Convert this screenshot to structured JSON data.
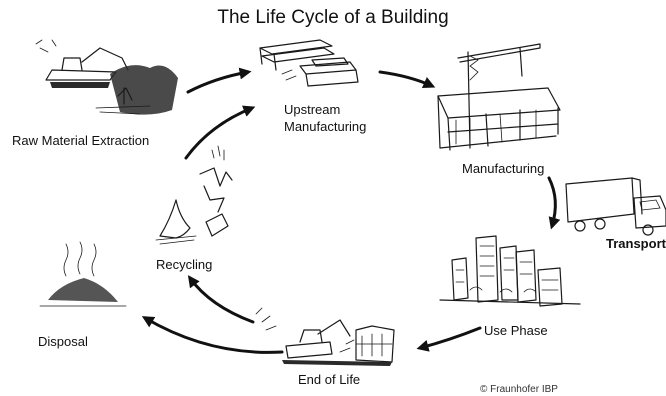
{
  "diagram": {
    "title": "The Life Cycle of a Building",
    "stages": {
      "raw_material": "Raw Material Extraction",
      "upstream_line1": "Upstream",
      "upstream_line2": "Manufacturing",
      "manufacturing": "Manufacturing",
      "transport": "Transport",
      "use_phase": "Use Phase",
      "end_of_life": "End of Life",
      "disposal": "Disposal",
      "recycling": "Recycling"
    },
    "credit": "© Fraunhofer IBP",
    "colors": {
      "ink": "#1a1a1a",
      "background": "#ffffff"
    },
    "icons": [
      "excavator-icon",
      "steel-beams-icon",
      "building-crane-icon",
      "truck-icon",
      "city-skyline-icon",
      "demolition-icon",
      "waste-heap-icon",
      "recycling-fire-icon"
    ]
  }
}
